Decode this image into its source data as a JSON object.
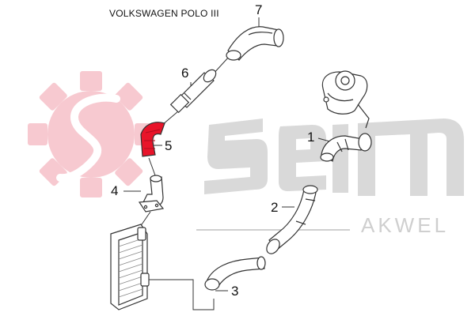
{
  "diagram": {
    "title": "VOLKSWAGEN POLO III",
    "callouts": [
      "1",
      "2",
      "3",
      "4",
      "5",
      "6",
      "7"
    ],
    "highlight_part": "5",
    "highlight_color": "#e8142a"
  },
  "watermark": {
    "brand_text": "AKWEL",
    "logo_color": "#f7c9d0",
    "letters_color": "#d9d9d9"
  }
}
